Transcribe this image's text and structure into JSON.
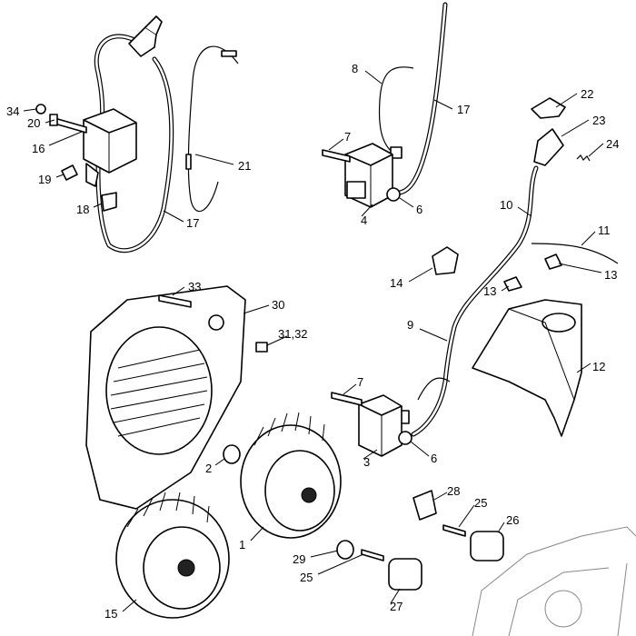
{
  "diagram": {
    "labels": [
      "34",
      "20",
      "16",
      "19",
      "18",
      "17",
      "21",
      "8",
      "17",
      "7",
      "4",
      "6",
      "22",
      "23",
      "24",
      "10",
      "11",
      "13",
      "13",
      "14",
      "33",
      "30",
      "31,32",
      "9",
      "12",
      "7",
      "2",
      "3",
      "6",
      "1",
      "28",
      "25",
      "26",
      "29",
      "25",
      "27",
      "15"
    ]
  }
}
